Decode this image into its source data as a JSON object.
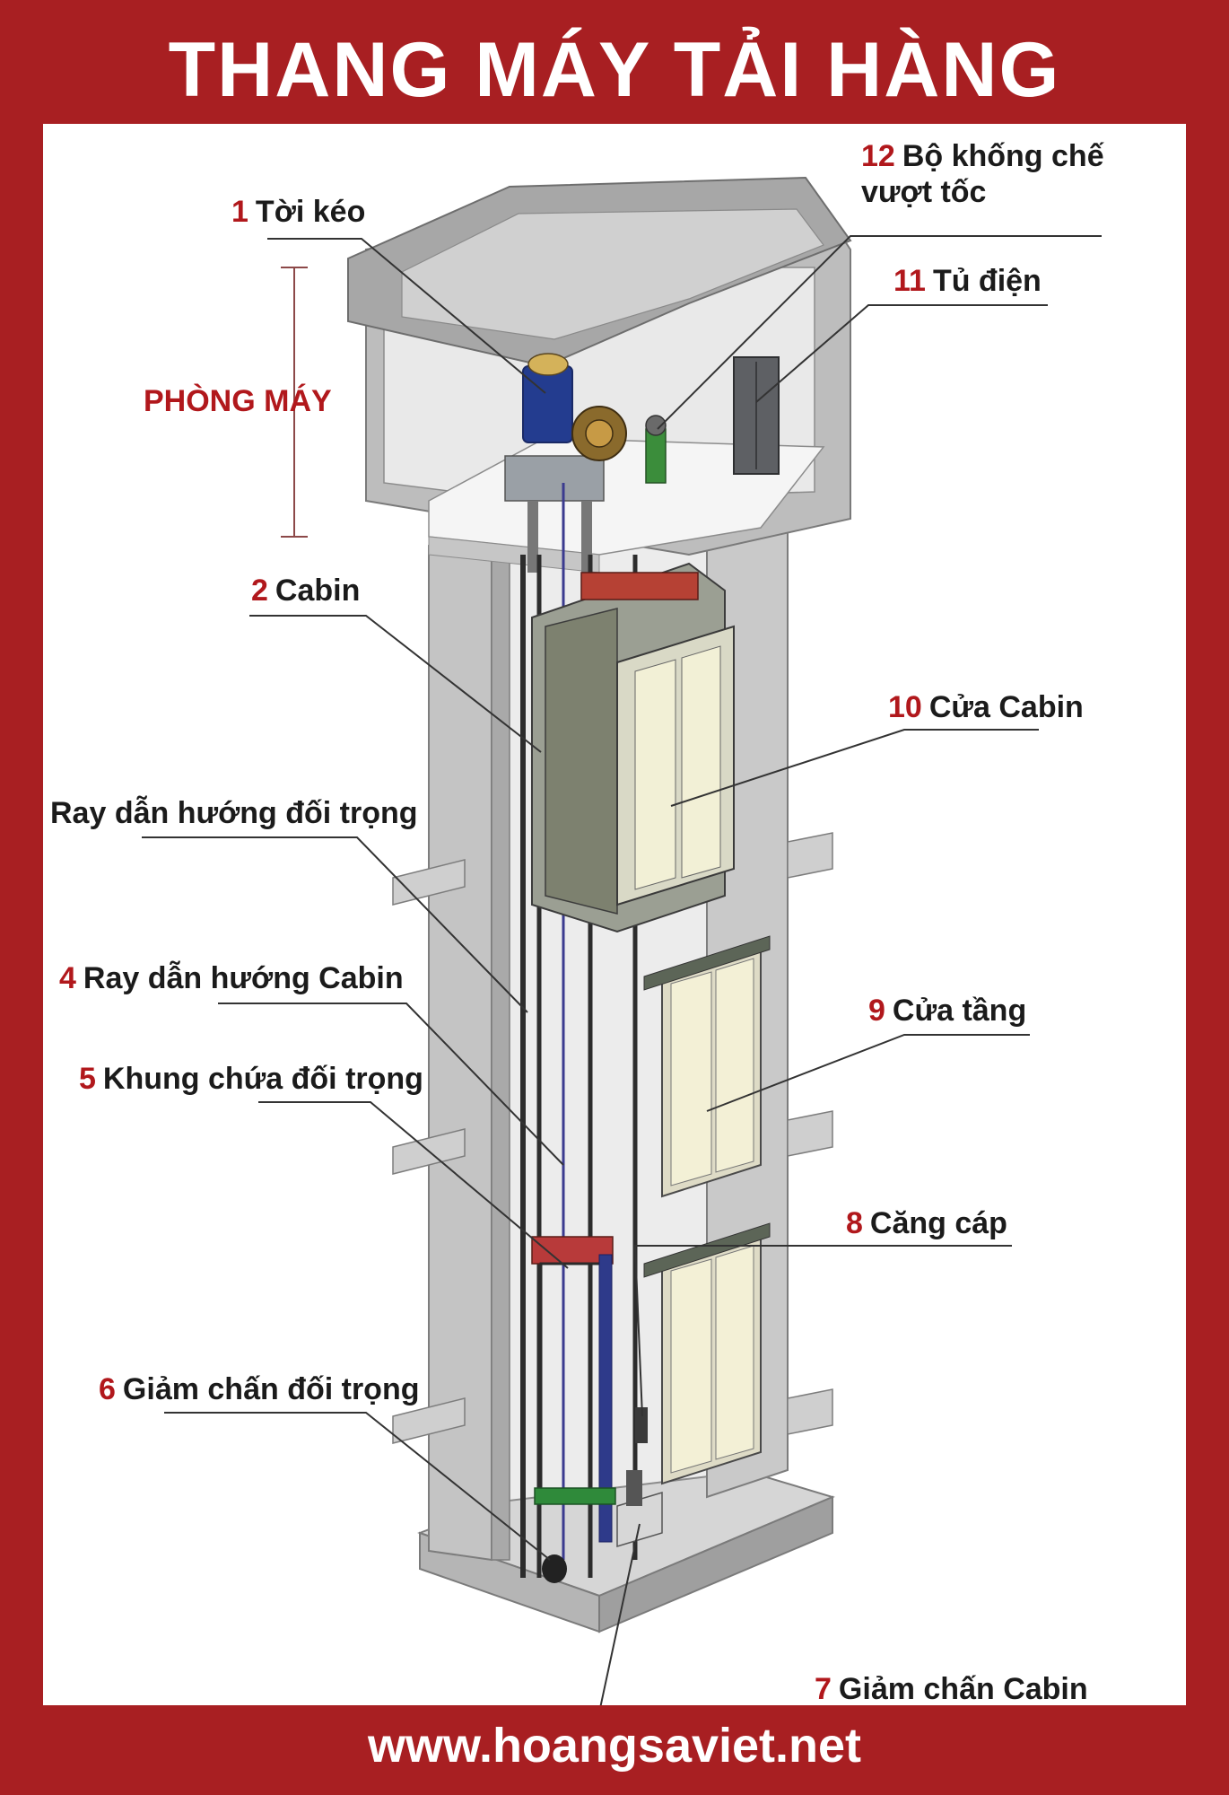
{
  "header": {
    "title": "THANG MÁY TẢI HÀNG"
  },
  "room_label": "PHÒNG MÁY",
  "parts": [
    {
      "number": "1",
      "name": "Tời kéo"
    },
    {
      "number": "2",
      "name": "Cabin"
    },
    {
      "number": "",
      "name": "Ray dẫn hướng đối trọng"
    },
    {
      "number": "4",
      "name": "Ray dẫn hướng Cabin"
    },
    {
      "number": "5",
      "name": "Khung chứa đối trọng"
    },
    {
      "number": "6",
      "name": "Giảm chấn đối trọng"
    },
    {
      "number": "7",
      "name": "Giảm chấn Cabin"
    },
    {
      "number": "8",
      "name": "Căng  cáp"
    },
    {
      "number": "9",
      "name": "Cửa tầng"
    },
    {
      "number": "10",
      "name": "Cửa  Cabin"
    },
    {
      "number": "11",
      "name": "Tủ điện"
    },
    {
      "number": "12",
      "name": "Bộ khống chế vượt tốc"
    }
  ],
  "footer": {
    "url": "www.hoangsaviet.net"
  },
  "colors": {
    "frame": "#a81f22",
    "label_number": "#b1181c",
    "panel": "#ffffff"
  }
}
